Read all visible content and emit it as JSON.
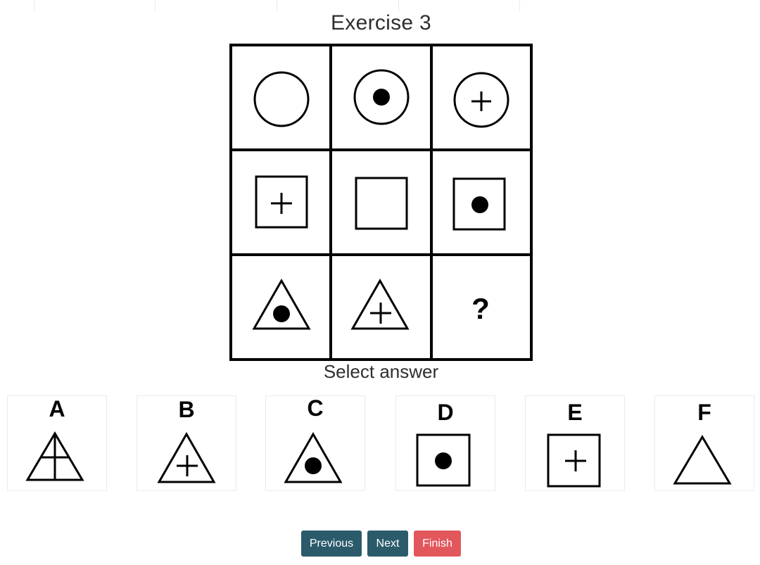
{
  "exercise": {
    "title": "Exercise 3"
  },
  "matrix": {
    "cells": [
      [
        "circle",
        "circle-dot",
        "circle-plus"
      ],
      [
        "square-plus",
        "square",
        "square-dot"
      ],
      [
        "triangle-dot",
        "triangle-plus",
        "missing"
      ]
    ],
    "missing_symbol": "?"
  },
  "answer_section": {
    "label": "Select answer"
  },
  "options": [
    {
      "letter": "A",
      "shape": "triangle-grid"
    },
    {
      "letter": "B",
      "shape": "triangle-plus"
    },
    {
      "letter": "C",
      "shape": "triangle-dot"
    },
    {
      "letter": "D",
      "shape": "square-dot"
    },
    {
      "letter": "E",
      "shape": "square-plus"
    },
    {
      "letter": "F",
      "shape": "triangle"
    }
  ],
  "navigation": {
    "previous_label": "Previous",
    "next_label": "Next",
    "finish_label": "Finish"
  },
  "colors": {
    "primary_button": "#2b5b6b",
    "finish_button": "#e2575c",
    "grid_line": "#000000"
  }
}
